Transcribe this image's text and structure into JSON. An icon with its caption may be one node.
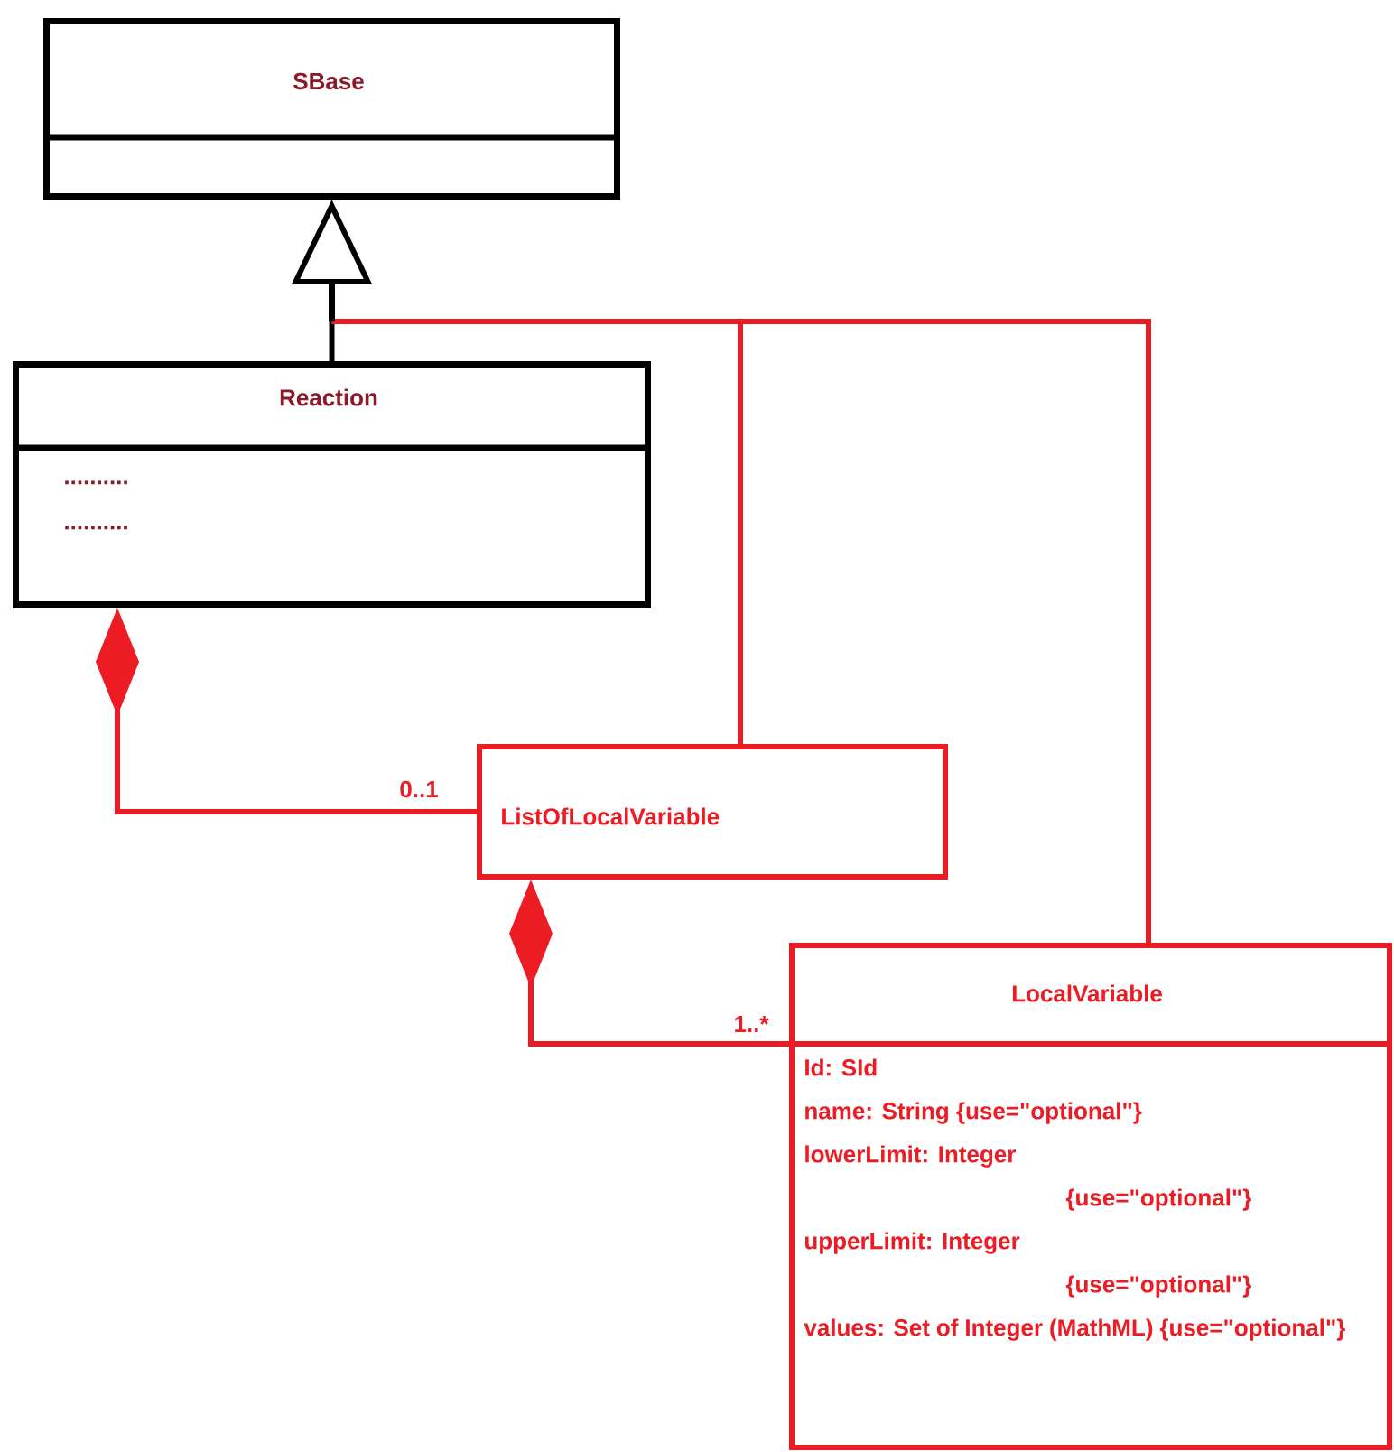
{
  "diagram": {
    "nodes": [
      {
        "text": [
          "SBase"
        ]
      },
      {
        "text": [
          "Reaction",
          "..........",
          ".........."
        ]
      },
      {
        "text": [
          "ListOfLocalVariable"
        ]
      },
      {
        "text": [
          "LocalVariable",
          "Id: SId",
          "name: String {use=\"optional\"}",
          "lowerLimit: Integer {use=\"optional\"}",
          "upperLimit: Integer {use=\"optional\"}",
          "values: Set of Integer (MathML) {use=\"optional\"}"
        ]
      }
    ],
    "edges": [
      {
        "from": 1,
        "to": 0,
        "arrow": "to",
        "color": "#000000"
      },
      {
        "from": 2,
        "to": 0,
        "arrow": "to"
      },
      {
        "from": 3,
        "to": 0,
        "arrow": "to"
      },
      {
        "from": 1,
        "to": 2,
        "arrow": "other",
        "label": "0..1"
      },
      {
        "from": 2,
        "to": 3,
        "arrow": "other",
        "label": "1..*"
      }
    ]
  }
}
